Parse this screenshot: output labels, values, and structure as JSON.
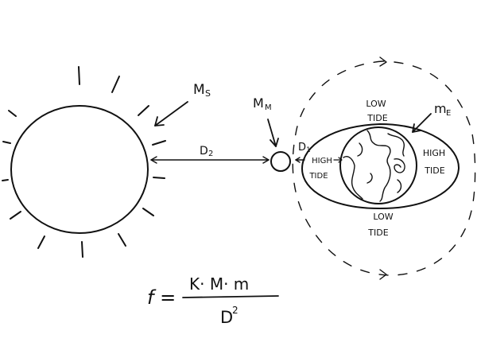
{
  "labels": {
    "sun_mass": {
      "main": "M",
      "sub": "S"
    },
    "moon_mass": {
      "main": "M",
      "sub": "M"
    },
    "earth_mass": {
      "main": "m",
      "sub": "E"
    },
    "distance_sun_moon": {
      "main": "D",
      "sub": "2"
    },
    "distance_moon_earth": {
      "main": "D",
      "sub": "1"
    }
  },
  "tides": {
    "top": [
      "LOW",
      "TIDE"
    ],
    "bottom": [
      "LOW",
      "TIDE"
    ],
    "left": [
      "HIGH",
      "TIDE"
    ],
    "right": [
      "HIGH",
      "TIDE"
    ]
  },
  "formula": {
    "lhs": "f =",
    "numerator": "K· M· m",
    "denominator": "D",
    "exponent": "2"
  },
  "colors": {
    "ink": "#111111",
    "background": "#ffffff"
  }
}
